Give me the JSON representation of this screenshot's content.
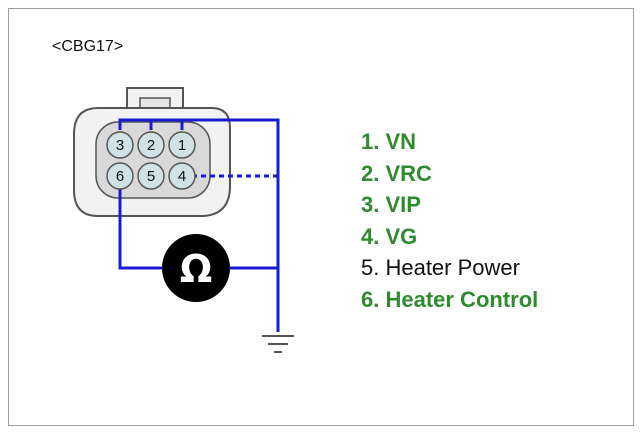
{
  "connector": {
    "id": "<CBG17>"
  },
  "meter": {
    "symbol": "Ω"
  },
  "pins": [
    {
      "number": "1",
      "label": "1. VN",
      "highlight": true
    },
    {
      "number": "2",
      "label": "2. VRC",
      "highlight": true
    },
    {
      "number": "3",
      "label": "3. VIP",
      "highlight": true
    },
    {
      "number": "4",
      "label": "4. VG",
      "highlight": true
    },
    {
      "number": "5",
      "label": "5. Heater Power",
      "highlight": false
    },
    {
      "number": "6",
      "label": "6. Heater Control",
      "highlight": true
    }
  ],
  "colors": {
    "wire": "#1a1ad6",
    "highlight_text": "#2e8b2e",
    "pin_fill": "#cfe3e6",
    "connector_body": "#f2f2f2"
  }
}
